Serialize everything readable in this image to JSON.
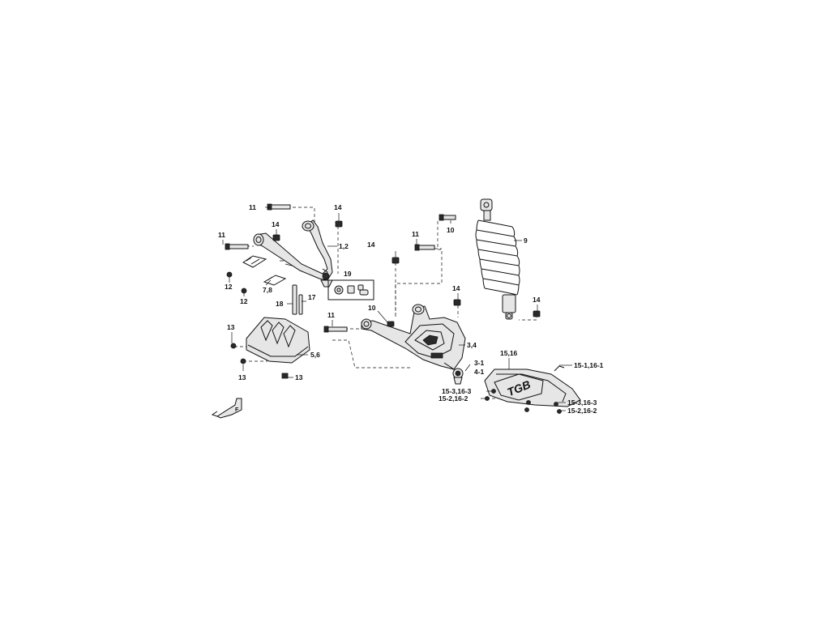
{
  "callouts": {
    "c11_top": "11",
    "c14_top": "14",
    "c14_uarm": "14",
    "c11_left": "11",
    "c1_2": "1,2",
    "c12_a": "12",
    "c12_b": "12",
    "c7_8": "7,8",
    "c19": "19",
    "c18": "18",
    "c17": "17",
    "c14_mid": "14",
    "c11_mid": "11",
    "c10_top": "10",
    "c9": "9",
    "c14_lower": "14",
    "c10_lower": "10",
    "c11_lower": "11",
    "c14_shock": "14",
    "c13_a": "13",
    "c5_6": "5,6",
    "c13_b": "13",
    "c13_c": "13",
    "c3_4": "3,4",
    "c3_1": "3-1",
    "c4_1": "4-1",
    "c15_16": "15,16",
    "c15_1_16_1": "15-1,16-1",
    "c15_3_16_3_l": "15-3,16-3",
    "c15_2_16_2_l": "15-2,16-2",
    "c15_3_16_3_r": "15-3,16-3",
    "c15_2_16_2_r": "15-2,16-2"
  },
  "guard_logo": "TGB",
  "orientation_mark": "F"
}
